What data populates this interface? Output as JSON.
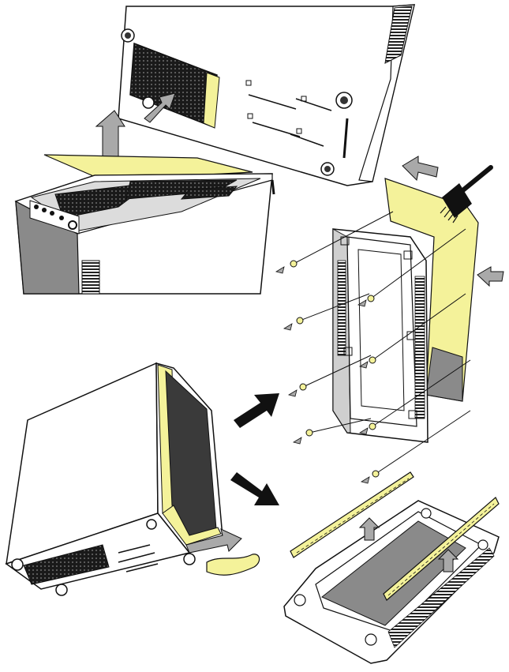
{
  "figure": {
    "kind": "assembly-instruction-illustration",
    "text_labels": [],
    "colors": {
      "outline": "#111111",
      "filter_yellow": "#f4f29a",
      "arrow_gray": "#a9a9a9",
      "panel_dark": "#3a3a3a",
      "panel_gray": "#8a8a8a",
      "bezel_gray": "#cfcfcf",
      "background": "#ffffff"
    },
    "panels": [
      {
        "id": "top-dust-filter-removal",
        "icons": [
          "case-icon",
          "dust-filter-icon",
          "lift-arrow-icon"
        ]
      },
      {
        "id": "front-filter-cleaning",
        "icons": [
          "front-bezel-icon",
          "dust-filter-icon",
          "brush-icon",
          "screw-icon",
          "lift-arrow-icon"
        ]
      },
      {
        "id": "side-filter-removal",
        "icons": [
          "case-icon",
          "dust-filter-icon",
          "hand-icon",
          "pull-arrow-icon"
        ]
      },
      {
        "id": "bottom-filter-rails",
        "icons": [
          "case-bottom-icon",
          "filter-rail-icon",
          "lift-arrow-icon"
        ]
      }
    ],
    "step_arrows": [
      "next-step-arrow-upper",
      "next-step-arrow-lower"
    ]
  }
}
